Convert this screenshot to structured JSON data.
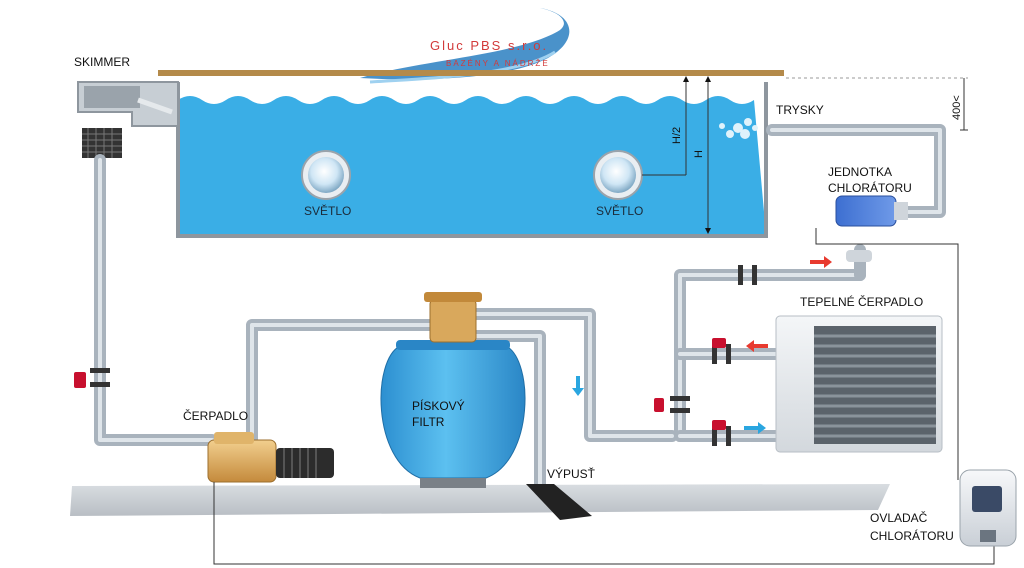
{
  "logo": {
    "name": "Gluc PBS s.r.o.",
    "tagline": "BAZÉNY A NÁDRŽE",
    "colors": {
      "text": "#d23a3a",
      "swoosh": "#2a7fc1"
    }
  },
  "labels": {
    "skimmer": "SKIMMER",
    "trysky": "TRYSKY",
    "jednotka_line1": "JEDNOTKA",
    "jednotka_line2": "CHLORÁTORU",
    "svetlo_left": "SVĚTLO",
    "svetlo_right": "SVĚTLO",
    "tepelne_cerpadlo": "TEPELNÉ ČERPADLO",
    "piskovy_line1": "PÍSKOVÝ",
    "piskovy_line2": "FILTR",
    "cerpadlo": "ČERPADLO",
    "vypust": "VÝPUSŤ",
    "ovladac_line1": "OVLADAČ",
    "ovladac_line2": "CHLORÁTORU"
  },
  "dimensions": {
    "half_height": "H/2",
    "height": "H",
    "offset": "400<"
  },
  "colors": {
    "water": "#3aaee6",
    "pipe": "#a9b3bd",
    "valve": "#c8102e",
    "arrow_hot": "#e83a2f",
    "arrow_cold": "#2aa6e0",
    "pump": "#d9a85c",
    "ground": "#c9cdd2"
  }
}
